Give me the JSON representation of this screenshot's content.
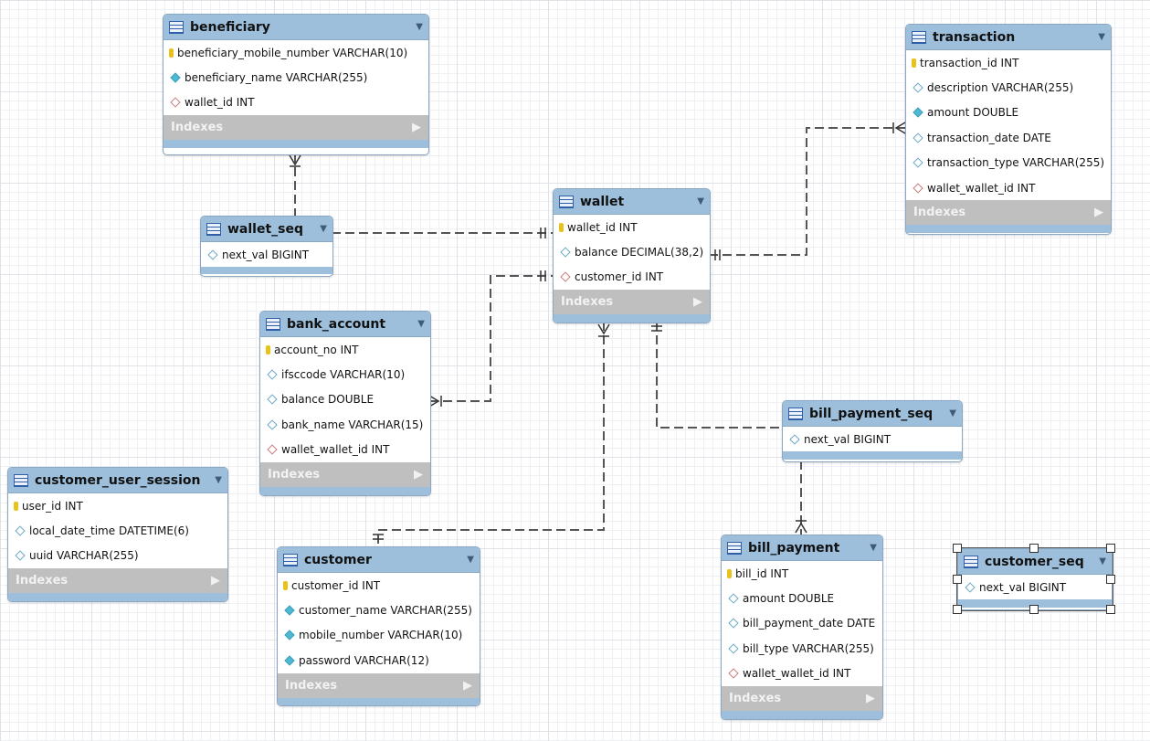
{
  "tables": {
    "beneficiary": {
      "name": "beneficiary",
      "columns": [
        {
          "text": "beneficiary_mobile_number VARCHAR(10)",
          "key": "pk"
        },
        {
          "text": "beneficiary_name VARCHAR(255)",
          "key": "filled"
        },
        {
          "text": "wallet_id INT",
          "key": "fk"
        }
      ],
      "indexes_label": "Indexes"
    },
    "transaction": {
      "name": "transaction",
      "columns": [
        {
          "text": "transaction_id INT",
          "key": "pk"
        },
        {
          "text": "description VARCHAR(255)",
          "key": "open"
        },
        {
          "text": "amount DOUBLE",
          "key": "filled"
        },
        {
          "text": "transaction_date DATE",
          "key": "open"
        },
        {
          "text": "transaction_type VARCHAR(255)",
          "key": "open"
        },
        {
          "text": "wallet_wallet_id INT",
          "key": "fk"
        }
      ],
      "indexes_label": "Indexes"
    },
    "wallet": {
      "name": "wallet",
      "columns": [
        {
          "text": "wallet_id INT",
          "key": "pk"
        },
        {
          "text": "balance DECIMAL(38,2)",
          "key": "open"
        },
        {
          "text": "customer_id INT",
          "key": "fk"
        }
      ],
      "indexes_label": "Indexes"
    },
    "wallet_seq": {
      "name": "wallet_seq",
      "columns": [
        {
          "text": "next_val BIGINT",
          "key": "open"
        }
      ]
    },
    "bank_account": {
      "name": "bank_account",
      "columns": [
        {
          "text": "account_no INT",
          "key": "pk"
        },
        {
          "text": "ifsccode VARCHAR(10)",
          "key": "open"
        },
        {
          "text": "balance DOUBLE",
          "key": "open"
        },
        {
          "text": "bank_name VARCHAR(15)",
          "key": "open"
        },
        {
          "text": "wallet_wallet_id INT",
          "key": "fk"
        }
      ],
      "indexes_label": "Indexes"
    },
    "customer_user_session": {
      "name": "customer_user_session",
      "columns": [
        {
          "text": "user_id INT",
          "key": "pk"
        },
        {
          "text": "local_date_time DATETIME(6)",
          "key": "open"
        },
        {
          "text": "uuid VARCHAR(255)",
          "key": "open"
        }
      ],
      "indexes_label": "Indexes"
    },
    "customer": {
      "name": "customer",
      "columns": [
        {
          "text": "customer_id INT",
          "key": "pk"
        },
        {
          "text": "customer_name VARCHAR(255)",
          "key": "filled"
        },
        {
          "text": "mobile_number VARCHAR(10)",
          "key": "filled"
        },
        {
          "text": "password VARCHAR(12)",
          "key": "filled"
        }
      ],
      "indexes_label": "Indexes"
    },
    "bill_payment_seq": {
      "name": "bill_payment_seq",
      "columns": [
        {
          "text": "next_val BIGINT",
          "key": "open"
        }
      ]
    },
    "bill_payment": {
      "name": "bill_payment",
      "columns": [
        {
          "text": "bill_id INT",
          "key": "pk"
        },
        {
          "text": "amount DOUBLE",
          "key": "open"
        },
        {
          "text": "bill_payment_date DATE",
          "key": "open"
        },
        {
          "text": "bill_type VARCHAR(255)",
          "key": "open"
        },
        {
          "text": "wallet_wallet_id INT",
          "key": "fk"
        }
      ],
      "indexes_label": "Indexes"
    },
    "customer_seq": {
      "name": "customer_seq",
      "columns": [
        {
          "text": "next_val BIGINT",
          "key": "open"
        }
      ]
    }
  },
  "colors": {
    "header": "#9dbfdc",
    "indexes_bar": "#bfbfbf",
    "primary_key": "#e8c21a",
    "relationship_line": "#555555"
  }
}
